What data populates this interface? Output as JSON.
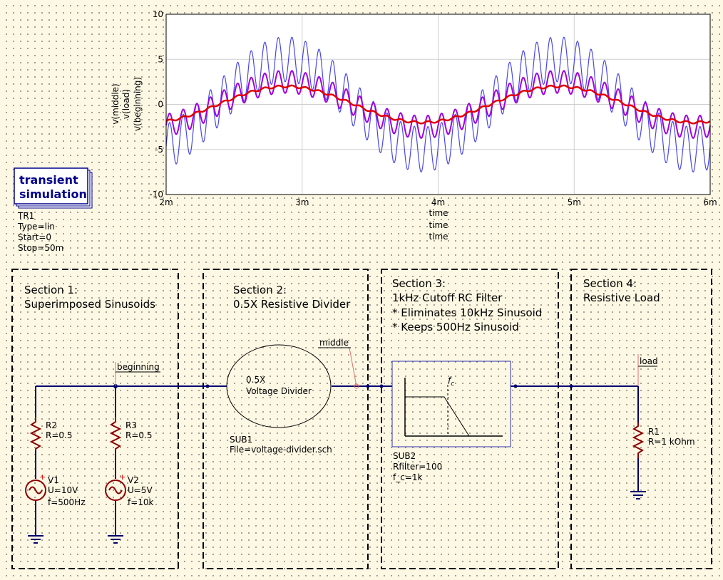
{
  "chart_data": {
    "type": "line",
    "xlabel": [
      "time",
      "time",
      "time"
    ],
    "ylabel": [
      "v(middle)",
      "v(load)",
      "v(beginning)"
    ],
    "xlim": [
      0.002,
      0.006
    ],
    "ylim": [
      -10,
      10
    ],
    "x_ticks": [
      "2m",
      "3m",
      "4m",
      "5m",
      "6m"
    ],
    "y_ticks": [
      "10",
      "5",
      "0",
      "-5",
      "-10"
    ],
    "grid": true,
    "series": [
      {
        "name": "v(beginning)",
        "color": "#4848e8",
        "amp_500Hz": 5,
        "amp_10kHz": 2.5
      },
      {
        "name": "v(middle)",
        "color": "#a000e0",
        "amp_500Hz": 2.5,
        "amp_10kHz": 1.25
      },
      {
        "name": "v(load)",
        "color": "#e00000",
        "amp_500Hz": 2.0,
        "amp_10kHz": 0.12
      }
    ]
  },
  "sim": {
    "title_line1": "transient",
    "title_line2": "simulation",
    "name": "TR1",
    "type": "Type=lin",
    "start": "Start=0",
    "stop": "Stop=50m"
  },
  "sections": {
    "s1": {
      "line1": "Section 1:",
      "line2": "Superimposed Sinusoids"
    },
    "s2": {
      "line1": "Section 2:",
      "line2": "0.5X Resistive Divider"
    },
    "s3": {
      "line1": "Section 3:",
      "line2": "1kHz Cutoff RC Filter",
      "line3": "* Eliminates 10kHz Sinusoid",
      "line4": "* Keeps 500Hz Sinusoid"
    },
    "s4": {
      "line1": "Section 4:",
      "line2": "Resistive Load"
    }
  },
  "nodes": {
    "beginning": "beginning",
    "middle": "middle",
    "load": "load"
  },
  "components": {
    "r2": {
      "name": "R2",
      "value": "R=0.5"
    },
    "r3": {
      "name": "R3",
      "value": "R=0.5"
    },
    "v1": {
      "name": "V1",
      "u": "U=10V",
      "f": "f=500Hz"
    },
    "v2": {
      "name": "V2",
      "u": "U=5V",
      "f": "f=10k"
    },
    "sub1": {
      "line1": "0.5X",
      "line2": "Voltage Divider",
      "name": "SUB1",
      "file": "File=voltage-divider.sch"
    },
    "sub2": {
      "name": "SUB2",
      "rfilter": "Rfilter=100",
      "fc": "f_c=1k",
      "fc_mark": "f",
      "fc_sub": "c"
    },
    "r1": {
      "name": "R1",
      "value": "R=1 kOhm"
    }
  },
  "colors": {
    "wire": "#00006e",
    "component": "#8b0000",
    "sim_title": "#00008b"
  }
}
